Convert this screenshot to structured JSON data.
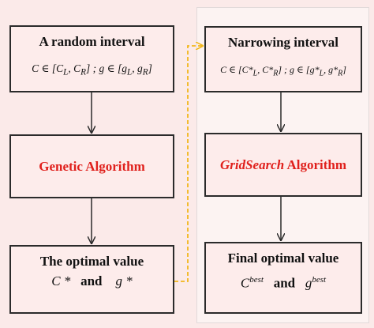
{
  "left_column": {
    "box1": {
      "title": "A random interval",
      "formula": "C ∈ [C",
      "sub_l": "L",
      "sep": ", C",
      "sub_r": "R",
      "mid": "]   ;   g ∈ [g",
      "sub_l2": "L",
      "sep2": ", g",
      "sub_r2": "R",
      "end": "]"
    },
    "box2": {
      "label": "Genetic  Algorithm"
    },
    "box3": {
      "title": "The optimal value",
      "c_symbol": "C",
      "star": "*",
      "and": "and",
      "g_symbol": "g",
      "star2": "*"
    }
  },
  "right_column": {
    "box1": {
      "title": "Narrowing interval",
      "formula": "C ∈ [C*",
      "sub_l": "L",
      "sep": ", C*",
      "sub_r": "R",
      "mid": "]   ;   g ∈ [g*",
      "sub_l2": "L",
      "sep2": ", g*",
      "sub_r2": "R",
      "end": "]"
    },
    "box2": {
      "label_italic": "GridSearch",
      "label_rest": " Algorithm"
    },
    "box3": {
      "title": "Final optimal value",
      "c_symbol": "C",
      "c_sup": "best",
      "and": "and",
      "g_symbol": "g",
      "g_sup": "best"
    }
  },
  "colors": {
    "highlight_text": "#e0201c",
    "connector": "#f2b71b",
    "arrow": "#2b2b2b"
  }
}
